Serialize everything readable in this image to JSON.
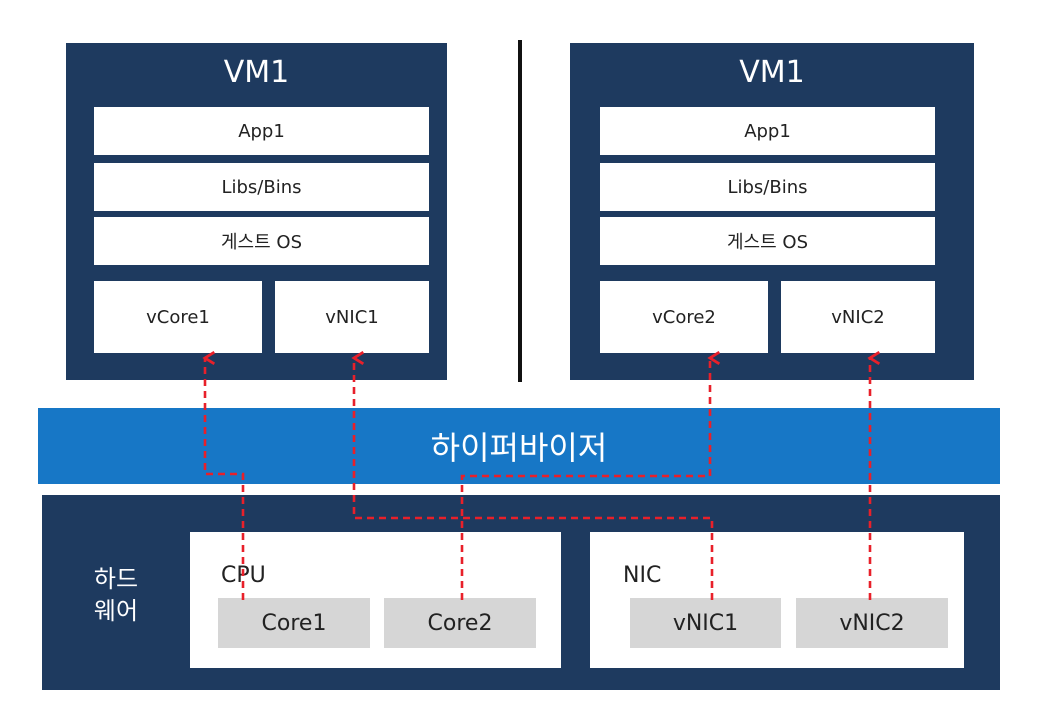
{
  "vms": [
    {
      "title": "VM1",
      "layers": [
        "App1",
        "Libs/Bins",
        "게스트 OS"
      ],
      "vcore": "vCore1",
      "vnic": "vNIC1"
    },
    {
      "title": "VM1",
      "layers": [
        "App1",
        "Libs/Bins",
        "게스트 OS"
      ],
      "vcore": "vCore2",
      "vnic": "vNIC2"
    }
  ],
  "hypervisor": {
    "label": "하이퍼바이저"
  },
  "hardware": {
    "label_line1": "하드",
    "label_line2": "웨어",
    "cpu": {
      "label": "CPU",
      "cores": [
        "Core1",
        "Core2"
      ]
    },
    "nic": {
      "label": "NIC",
      "vnics": [
        "vNIC1",
        "vNIC2"
      ]
    }
  },
  "colors": {
    "vm_background": "#1e3a5f",
    "hypervisor_bar": "#1777c6",
    "arrow": "#e8202a",
    "chip": "#d6d6d6"
  }
}
